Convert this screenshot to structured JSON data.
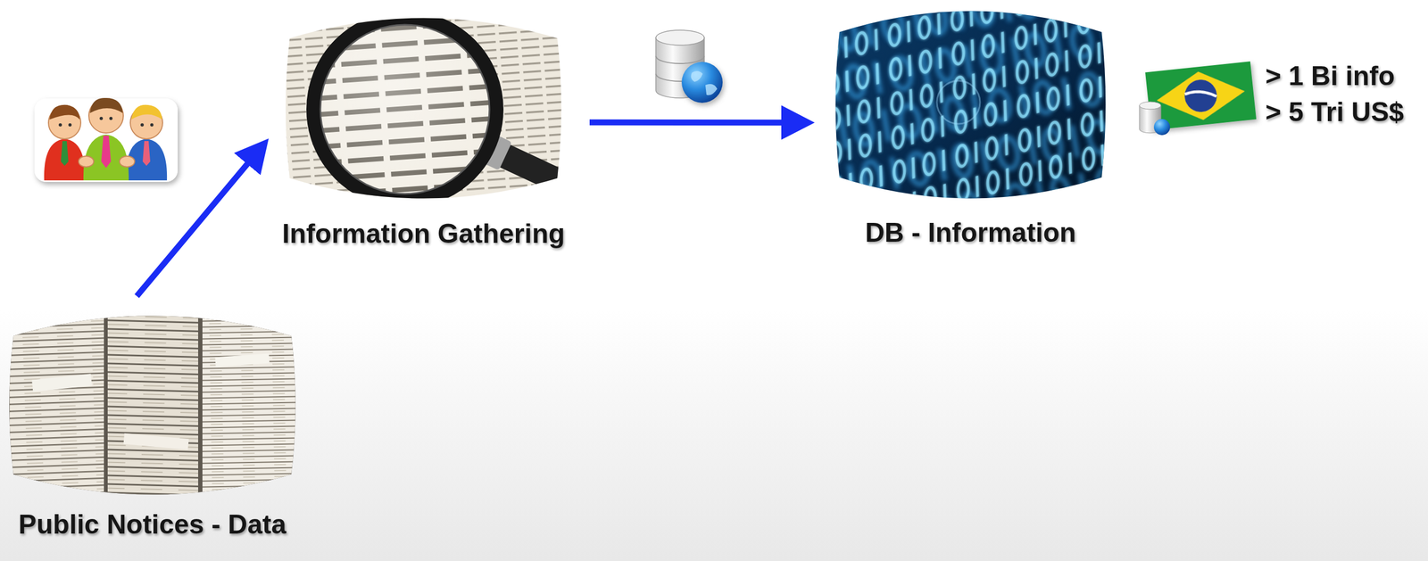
{
  "diagram": {
    "nodes": [
      {
        "text": [
          "Public Notices - Data"
        ]
      },
      {
        "text": [
          "Information Gathering"
        ]
      },
      {
        "text": [
          "DB - Information"
        ]
      }
    ],
    "edges": [
      {
        "from": 0,
        "to": 1,
        "arrow": "to"
      },
      {
        "from": 1,
        "to": 2,
        "arrow": "to"
      }
    ],
    "labels": [
      "> 1 Bi info",
      "> 5 Tri US$"
    ]
  }
}
